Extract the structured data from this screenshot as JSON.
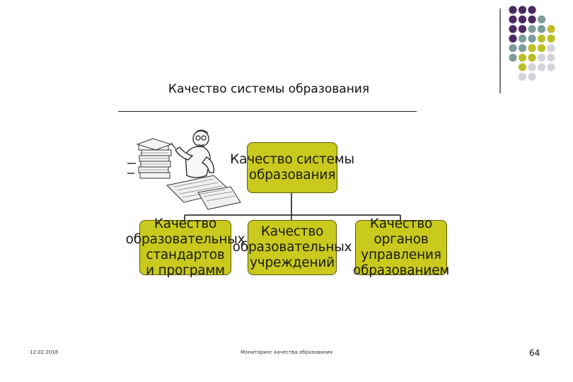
{
  "slide": {
    "title": "Качество системы образования",
    "footer_date": "12.02.2018",
    "footer_center": "Мониторинг качества образования",
    "page_number": "64"
  },
  "diagram": {
    "root": "Качество системы\nобразования",
    "children": [
      "Качество\nобразовательных\nстандартов\nи программ",
      "Качество\nобразовательных\nучреждений",
      "Качество\nорганов\nуправления\nобразованием"
    ]
  },
  "colors": {
    "box_fill": "#c9c91e",
    "dot_purple": "#4b2a63",
    "dot_teal": "#7d9c9c",
    "dot_olive": "#bebe2a",
    "dot_gray": "#d3d3dc"
  },
  "icons": {
    "illustration": "man-at-desk-with-papers-clipart",
    "decoration": "dot-grid"
  }
}
